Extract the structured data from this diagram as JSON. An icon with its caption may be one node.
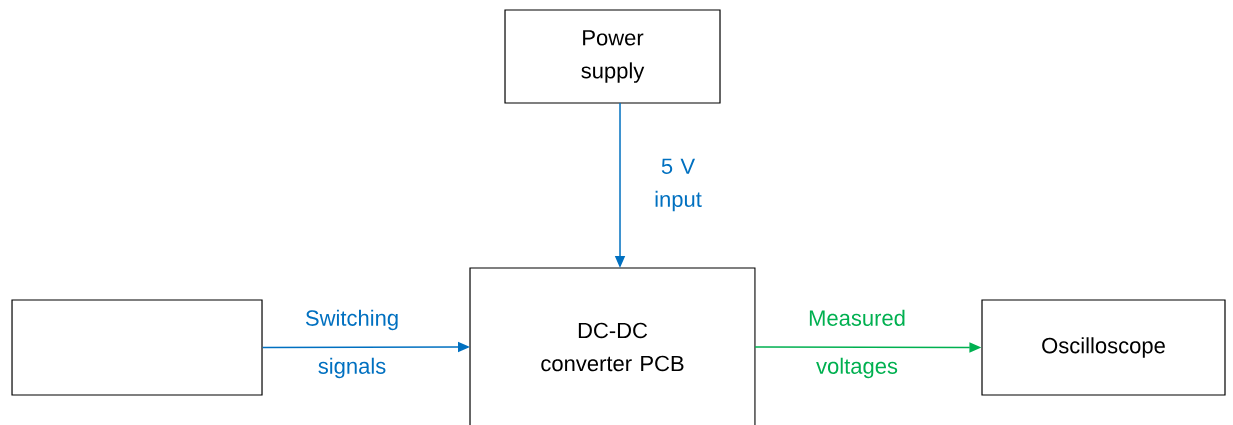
{
  "diagram": {
    "nodes": [
      {
        "text": [],
        "shape": "box"
      },
      {
        "text": [
          "Power supply"
        ]
      },
      {
        "text": [
          "DC-DC converter PCB"
        ]
      },
      {
        "text": [
          "Oscilloscope"
        ]
      }
    ],
    "edges": [
      {
        "from": 1,
        "to": 2,
        "arrow": "to",
        "label": "5 V input"
      },
      {
        "from": 0,
        "to": 2,
        "arrow": "to",
        "label": "Switching signals"
      },
      {
        "from": 2,
        "to": 3,
        "arrow": "to",
        "label": "Measured voltages",
        "color": "#00b050"
      }
    ]
  }
}
